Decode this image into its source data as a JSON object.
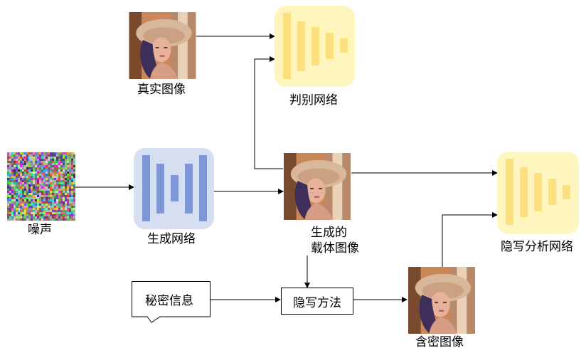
{
  "labels": {
    "real_image": "真实图像",
    "discriminator": "判别网络",
    "noise": "噪声",
    "generator": "生成网络",
    "generated_cover_line1": "生成的",
    "generated_cover_line2": "载体图像",
    "steganalysis": "隐写分析网络",
    "secret_message": "秘密信息",
    "stego_method": "隐写方法",
    "stego_image": "含密图像"
  },
  "colors": {
    "generator_box": "#d6dff2",
    "generator_bars": "#7f97d4",
    "discriminator_box": "#fff6bf",
    "discriminator_bars": "#fde07e"
  }
}
